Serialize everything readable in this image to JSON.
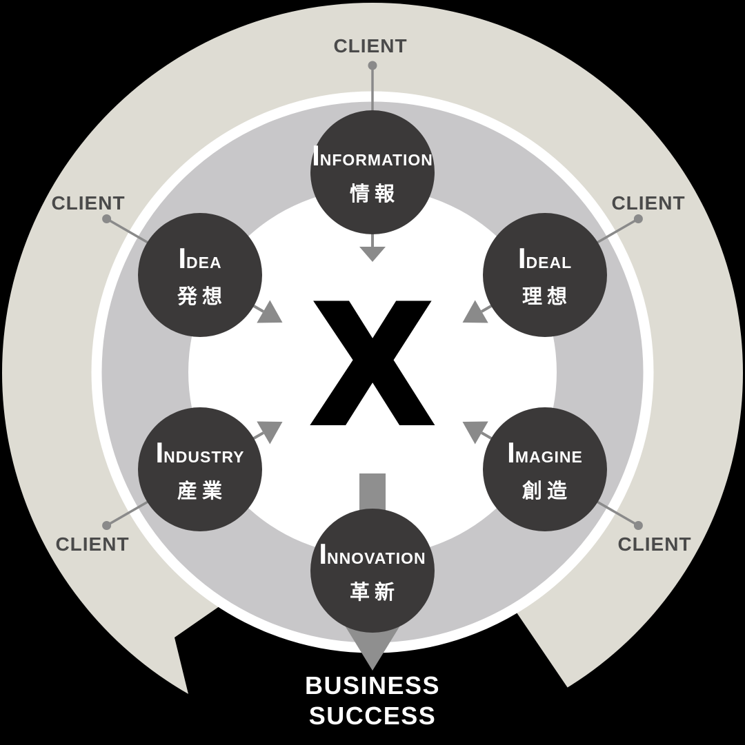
{
  "diagram": {
    "title_semantic": "six-i-cross-to-business-success",
    "center_symbol": "X",
    "clients": [
      "CLIENT",
      "CLIENT",
      "CLIENT",
      "CLIENT",
      "CLIENT"
    ],
    "nodes": [
      {
        "id": "information",
        "initial": "I",
        "rest": "NFORMATION",
        "jp": "情報"
      },
      {
        "id": "idea",
        "initial": "I",
        "rest": "DEA",
        "jp": "発想"
      },
      {
        "id": "ideal",
        "initial": "I",
        "rest": "DEAL",
        "jp": "理想"
      },
      {
        "id": "industry",
        "initial": "I",
        "rest": "NDUSTRY",
        "jp": "産業"
      },
      {
        "id": "imagine",
        "initial": "I",
        "rest": "MAGINE",
        "jp": "創造"
      },
      {
        "id": "innovation",
        "initial": "I",
        "rest": "NNOVATION",
        "jp": "革新"
      }
    ],
    "result": {
      "line1": "BUSINESS",
      "line2": "SUCCESS"
    },
    "colors": {
      "background": "#000000",
      "outer_ring_beige": "#dedcd3",
      "mid_ring_gray": "#c8c7c9",
      "ring_separator_white": "#ffffff",
      "core_white": "#ffffff",
      "node_dark": "#3b3939",
      "node_text": "#ffffff",
      "client_text": "#4a4a4a",
      "connector_gray": "#8a8a8a",
      "big_arrow_gray": "#8f8f8f",
      "center_symbol": "#000000",
      "success_banner": "#000000",
      "success_text": "#ffffff"
    }
  }
}
